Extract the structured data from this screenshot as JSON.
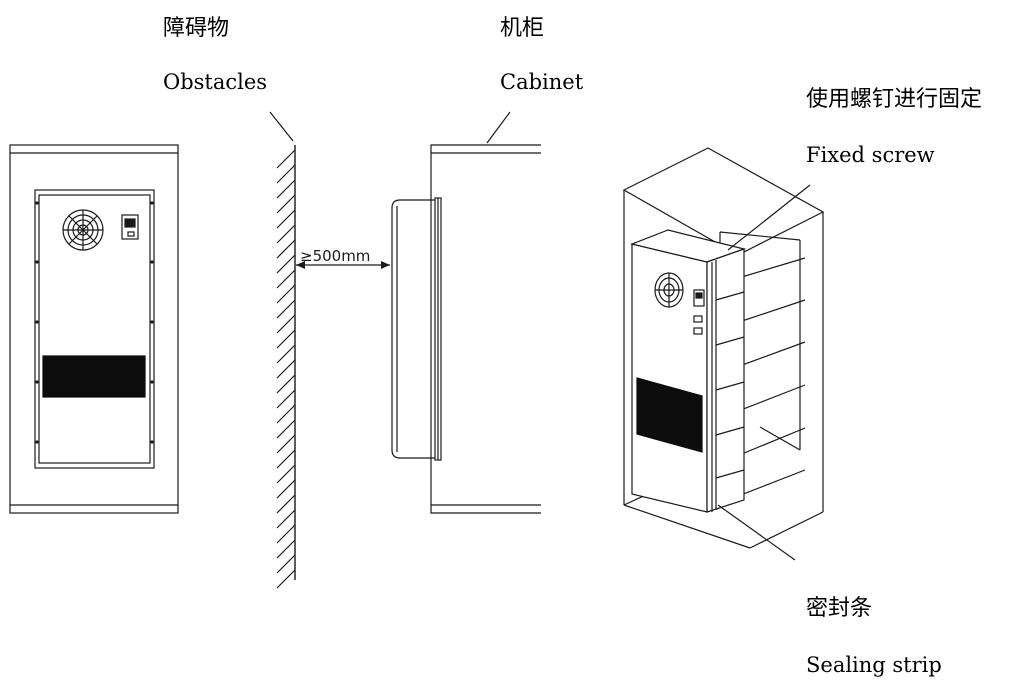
{
  "labels": {
    "obstacles_cn": "障碍物",
    "obstacles_en": "Obstacles",
    "cabinet_cn": "机柜",
    "cabinet_en": "Cabinet",
    "fixed_screw_cn": "使用螺钉进行固定",
    "fixed_screw_en": "Fixed screw",
    "sealing_strip_cn": "密封条",
    "sealing_strip_en": "Sealing strip"
  },
  "dimension": {
    "clearance": "≥500mm"
  },
  "colors": {
    "line": "#1a1a1a",
    "vent": "#0d0d0d",
    "background": "#ffffff"
  },
  "icons": {
    "fan": "fan-grille-icon",
    "display": "control-panel-icon"
  }
}
